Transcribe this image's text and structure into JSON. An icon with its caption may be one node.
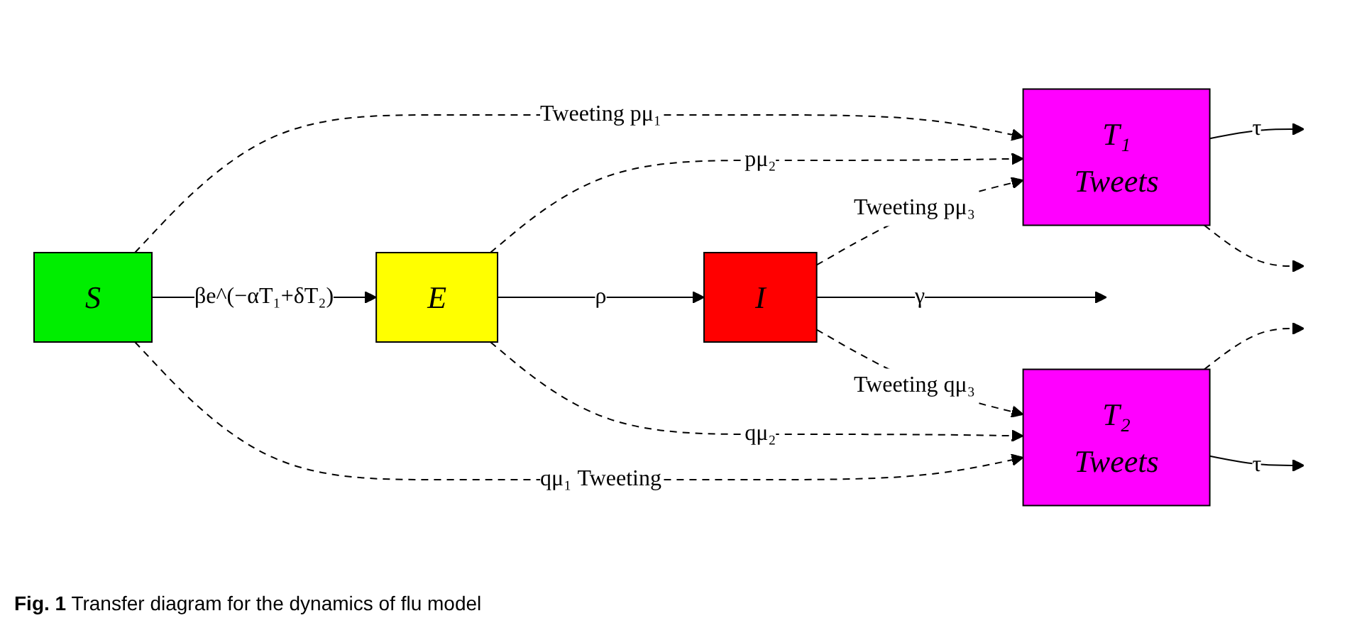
{
  "diagram": {
    "caption": "**Fig. 1** Transfer diagram for the dynamics of flu model",
    "nodes": [
      {
        "text": [
          "T₁",
          "Tweets"
        ]
      },
      {
        "text": [
          "S"
        ]
      },
      {
        "text": [
          "E"
        ]
      },
      {
        "text": [
          "I"
        ]
      },
      {
        "text": [
          "T₂",
          "Tweets"
        ]
      }
    ],
    "edges": [
      {
        "from": 0,
        "to": null,
        "arrow": "to",
        "label": "τ"
      },
      {
        "from": 1,
        "to": 0,
        "arrow": "to",
        "style": "dashed",
        "label": "Tweeting pμ₁"
      },
      {
        "from": 2,
        "to": 0,
        "arrow": "to",
        "style": "dashed",
        "label": "pμ₂"
      },
      {
        "from": 3,
        "to": 0,
        "arrow": "to",
        "style": "dashed",
        "label": "Tweeting pμ₃"
      },
      {
        "from": 0,
        "to": null,
        "arrow": "to",
        "style": "dashed"
      },
      {
        "from": 1,
        "to": 2,
        "arrow": "to",
        "label": "βe^(−αT₁+δT₂)"
      },
      {
        "from": 2,
        "to": 3,
        "arrow": "to",
        "label": "ρ"
      },
      {
        "from": 3,
        "to": null,
        "arrow": "to",
        "label": "γ"
      },
      {
        "from": 4,
        "to": null,
        "arrow": "to",
        "style": "dashed"
      },
      {
        "from": 1,
        "to": 4,
        "arrow": "to",
        "style": "dashed",
        "label": "qμ₁ Tweeting"
      },
      {
        "from": 2,
        "to": 4,
        "arrow": "to",
        "style": "dashed",
        "label": "qμ₂"
      },
      {
        "from": 3,
        "to": 4,
        "arrow": "to",
        "style": "dashed",
        "label": "Tweeting qμ₃"
      },
      {
        "from": 4,
        "to": null,
        "arrow": "to",
        "label": "τ"
      }
    ]
  }
}
